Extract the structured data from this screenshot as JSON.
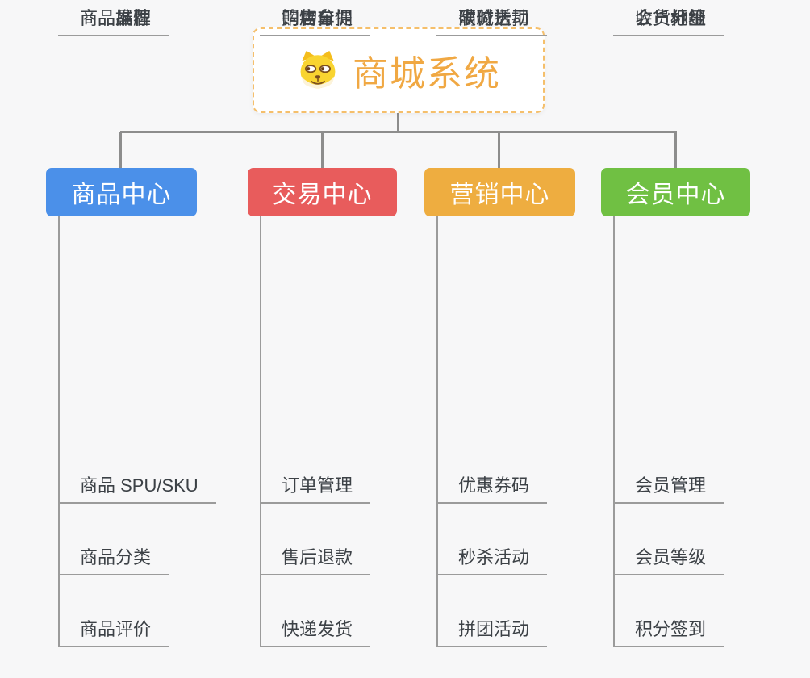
{
  "canvas": {
    "background": "#f7f7f8",
    "connector_color": "#8d8d8d",
    "underline_color": "#9b9b9b",
    "leaf_text_color": "#3c4146"
  },
  "root": {
    "label": "商城系统",
    "icon": "dog-face-icon",
    "text_color": "#f0a843",
    "border_color": "#f5bf6b"
  },
  "branches": [
    {
      "label": "商品中心",
      "color": "#4b90e9",
      "children": [
        "商品 SPU/SKU",
        "商品分类",
        "商品评价",
        "商品属性",
        "商品推荐",
        "商品品牌"
      ]
    },
    {
      "label": "交易中心",
      "color": "#e85c5c",
      "children": [
        "订单管理",
        "售后退款",
        "快递发货",
        "门店自提",
        "购物车",
        "销售分佣"
      ]
    },
    {
      "label": "营销中心",
      "color": "#eead40",
      "children": [
        "优惠券码",
        "秒杀活动",
        "拼团活动",
        "砍价活动",
        "限时折扣",
        "满减送"
      ]
    },
    {
      "label": "会员中心",
      "color": "#70c043",
      "children": [
        "会员管理",
        "会员等级",
        "积分签到",
        "会员标签",
        "会员分组",
        "收货地址"
      ]
    }
  ]
}
